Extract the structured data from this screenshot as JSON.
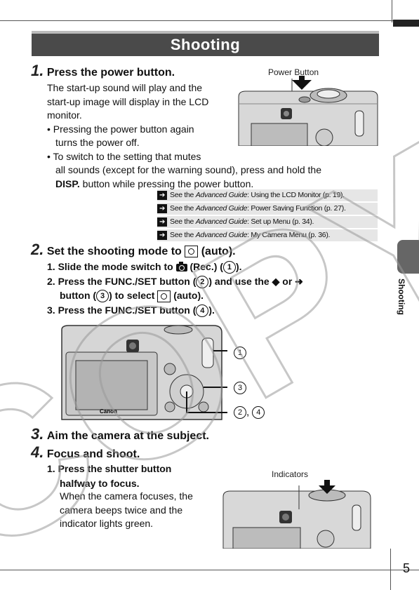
{
  "header": {
    "title": "Shooting"
  },
  "step1": {
    "num": "1.",
    "title": "Press the power button.",
    "body_lines": [
      "The start-up sound will play and the",
      "start-up image will display in the LCD",
      "monitor."
    ],
    "bullet1_lines": [
      "Pressing the power button again",
      "turns the power off."
    ],
    "bullet2_line1": "To switch to the setting that mutes",
    "bullet2_line2": "all sounds (except for the warning sound), press and hold the",
    "bullet2_disp": "DISP.",
    "bullet2_line3_rest": " button while pressing the power button.",
    "figure_label": "Power Button"
  },
  "refs": [
    {
      "pre": "See the ",
      "italic": "Advanced Guide",
      "post": ": Using the LCD Monitor (p. 19)."
    },
    {
      "pre": "See the ",
      "italic": "Advanced Guide",
      "post": ": Power Saving Function (p. 27)."
    },
    {
      "pre": "See the ",
      "italic": "Advanced Guide",
      "post": ": Set up Menu (p. 34)."
    },
    {
      "pre": "See the ",
      "italic": "Advanced Guide",
      "post": ": My Camera Menu (p. 36)."
    }
  ],
  "step2": {
    "num": "2.",
    "title_pre": "Set the shooting mode to",
    "title_post": "(auto).",
    "sub1_pre": "1. Slide the mode switch to",
    "sub1_mid": "(Rec.) (",
    "sub1_post": ").",
    "sub2_pre": "2. Press the FUNC./SET button (",
    "sub2_mid": ") and use the",
    "sub2_or": "or",
    "sub2b_pre": "button (",
    "sub2b_mid": ") to select",
    "sub2b_post": "(auto).",
    "sub3_pre": "3. Press the FUNC./SET button (",
    "sub3_post": ").",
    "c1": "1",
    "c2": "2",
    "c3": "3",
    "c4": "4",
    "camera_brand": "Canon",
    "callout_comma": ","
  },
  "step3": {
    "num": "3.",
    "title": "Aim the camera at the subject."
  },
  "step4": {
    "num": "4.",
    "title": "Focus and shoot.",
    "sub1_lines": [
      "1. Press the shutter button",
      "halfway to focus."
    ],
    "body_lines": [
      "When the camera focuses, the",
      "camera beeps twice and the",
      "indicator lights green."
    ],
    "figure_label": "Indicators"
  },
  "sidebar": {
    "tab_label": "Shooting"
  },
  "footer": {
    "page": "5"
  },
  "watermark": {
    "text": "COPY"
  },
  "colors": {
    "banner": "#4a4a4a",
    "ref_bg": "#e6e6e6",
    "tab": "#666666"
  }
}
